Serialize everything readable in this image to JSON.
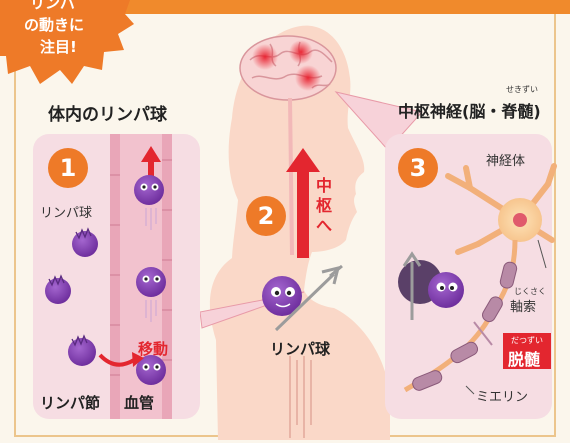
{
  "badge": {
    "line1": "リンパ",
    "line2": "の動きに",
    "line3": "注目!"
  },
  "panel1": {
    "title": "体内のリンパ球",
    "number": "1",
    "lymphocyte_label": "リンパ球",
    "move_label": "移動",
    "node_label": "リンパ節",
    "vessel_label": "血管"
  },
  "panel2": {
    "number": "2",
    "arrow_label_1": "中",
    "arrow_label_2": "枢",
    "arrow_label_3": "へ",
    "lymphocyte_label": "リンパ球"
  },
  "panel3": {
    "title": "中枢神経(脳・脊髄)",
    "title_ruby": "せきずい",
    "number": "3",
    "cell_body_label": "神経体",
    "axon_ruby": "じくさく",
    "axon_label": "軸索",
    "demyelination_ruby": "だつずい",
    "demyelination_label": "脱髄",
    "myelin_label": "ミエリン"
  },
  "colors": {
    "accent": "#ee7a28",
    "red": "#e3262f",
    "panel": "#f6dde3",
    "skin": "#fad8c8",
    "lymph": "#8b45b6"
  }
}
